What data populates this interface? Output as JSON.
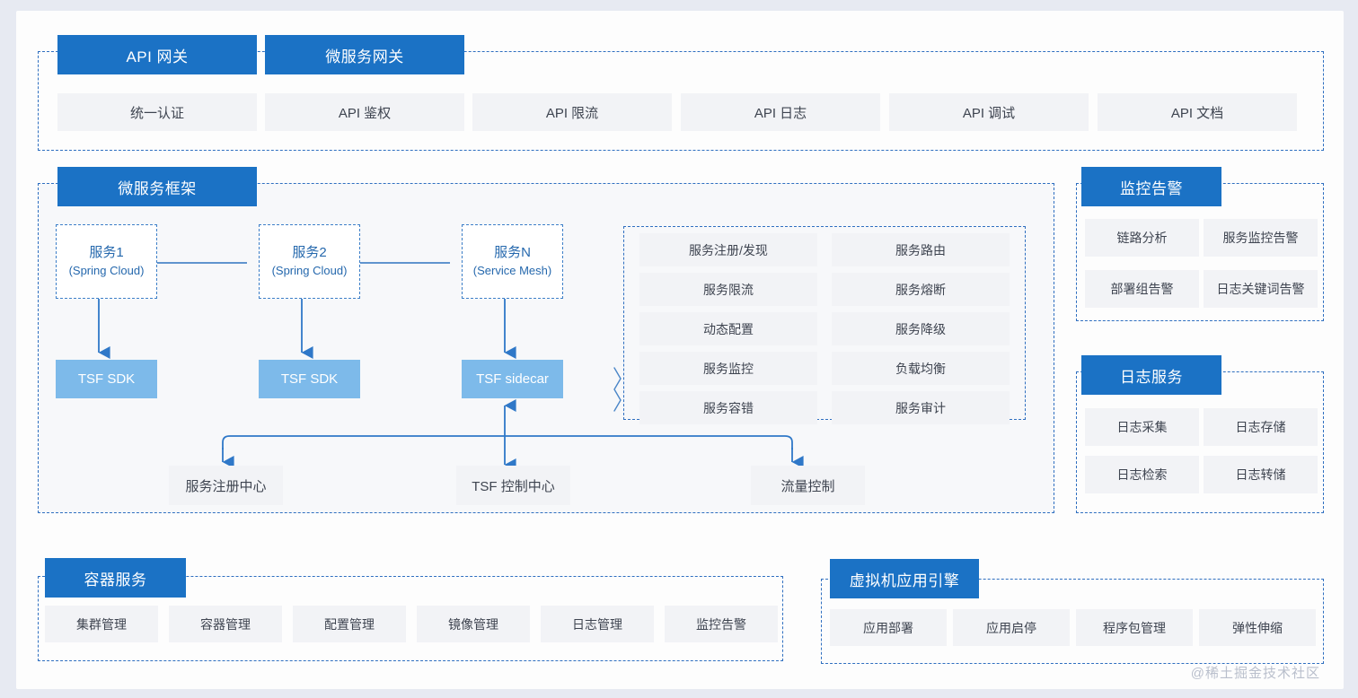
{
  "page": {
    "watermark": "@稀土掘金技术社区",
    "background": "#e7eaf2",
    "accent_blue": "#1b72c5",
    "panel_border": "#2f6fc0",
    "chip_bg": "#f2f3f6",
    "sdk_bg": "#7dbaea"
  },
  "gateway": {
    "tabs": [
      {
        "label": "API 网关"
      },
      {
        "label": "微服务网关"
      }
    ],
    "items": [
      {
        "label": "统一认证"
      },
      {
        "label": "API 鉴权"
      },
      {
        "label": "API 限流"
      },
      {
        "label": "API 日志"
      },
      {
        "label": "API 调试"
      },
      {
        "label": "API 文档"
      }
    ]
  },
  "framework": {
    "tab": {
      "label": "微服务框架"
    },
    "services": [
      {
        "name": "服务1",
        "stack": "(Spring Cloud)",
        "runtime": "TSF SDK"
      },
      {
        "name": "服务2",
        "stack": "(Spring Cloud)",
        "runtime": "TSF SDK"
      },
      {
        "name": "服务N",
        "stack": "(Service Mesh)",
        "runtime": "TSF sidecar"
      }
    ],
    "capabilities": {
      "left_column": [
        {
          "label": "服务注册/发现"
        },
        {
          "label": "服务限流"
        },
        {
          "label": "动态配置"
        },
        {
          "label": "服务监控"
        },
        {
          "label": "服务容错"
        }
      ],
      "right_column": [
        {
          "label": "服务路由"
        },
        {
          "label": "服务熔断"
        },
        {
          "label": "服务降级"
        },
        {
          "label": "负载均衡"
        },
        {
          "label": "服务审计"
        }
      ]
    },
    "infrastructure": [
      {
        "label": "服务注册中心"
      },
      {
        "label": "TSF 控制中心"
      },
      {
        "label": "流量控制"
      }
    ]
  },
  "monitoring": {
    "tab": {
      "label": "监控告警"
    },
    "items": [
      {
        "label": "链路分析"
      },
      {
        "label": "服务监控告警"
      },
      {
        "label": "部署组告警"
      },
      {
        "label": "日志关键词告警"
      }
    ]
  },
  "logging": {
    "tab": {
      "label": "日志服务"
    },
    "items": [
      {
        "label": "日志采集"
      },
      {
        "label": "日志存储"
      },
      {
        "label": "日志检索"
      },
      {
        "label": "日志转储"
      }
    ]
  },
  "container": {
    "tab": {
      "label": "容器服务"
    },
    "items": [
      {
        "label": "集群管理"
      },
      {
        "label": "容器管理"
      },
      {
        "label": "配置管理"
      },
      {
        "label": "镜像管理"
      },
      {
        "label": "日志管理"
      },
      {
        "label": "监控告警"
      }
    ]
  },
  "vm_engine": {
    "tab": {
      "label": "虚拟机应用引擎"
    },
    "items": [
      {
        "label": "应用部署"
      },
      {
        "label": "应用启停"
      },
      {
        "label": "程序包管理"
      },
      {
        "label": "弹性伸缩"
      }
    ]
  }
}
